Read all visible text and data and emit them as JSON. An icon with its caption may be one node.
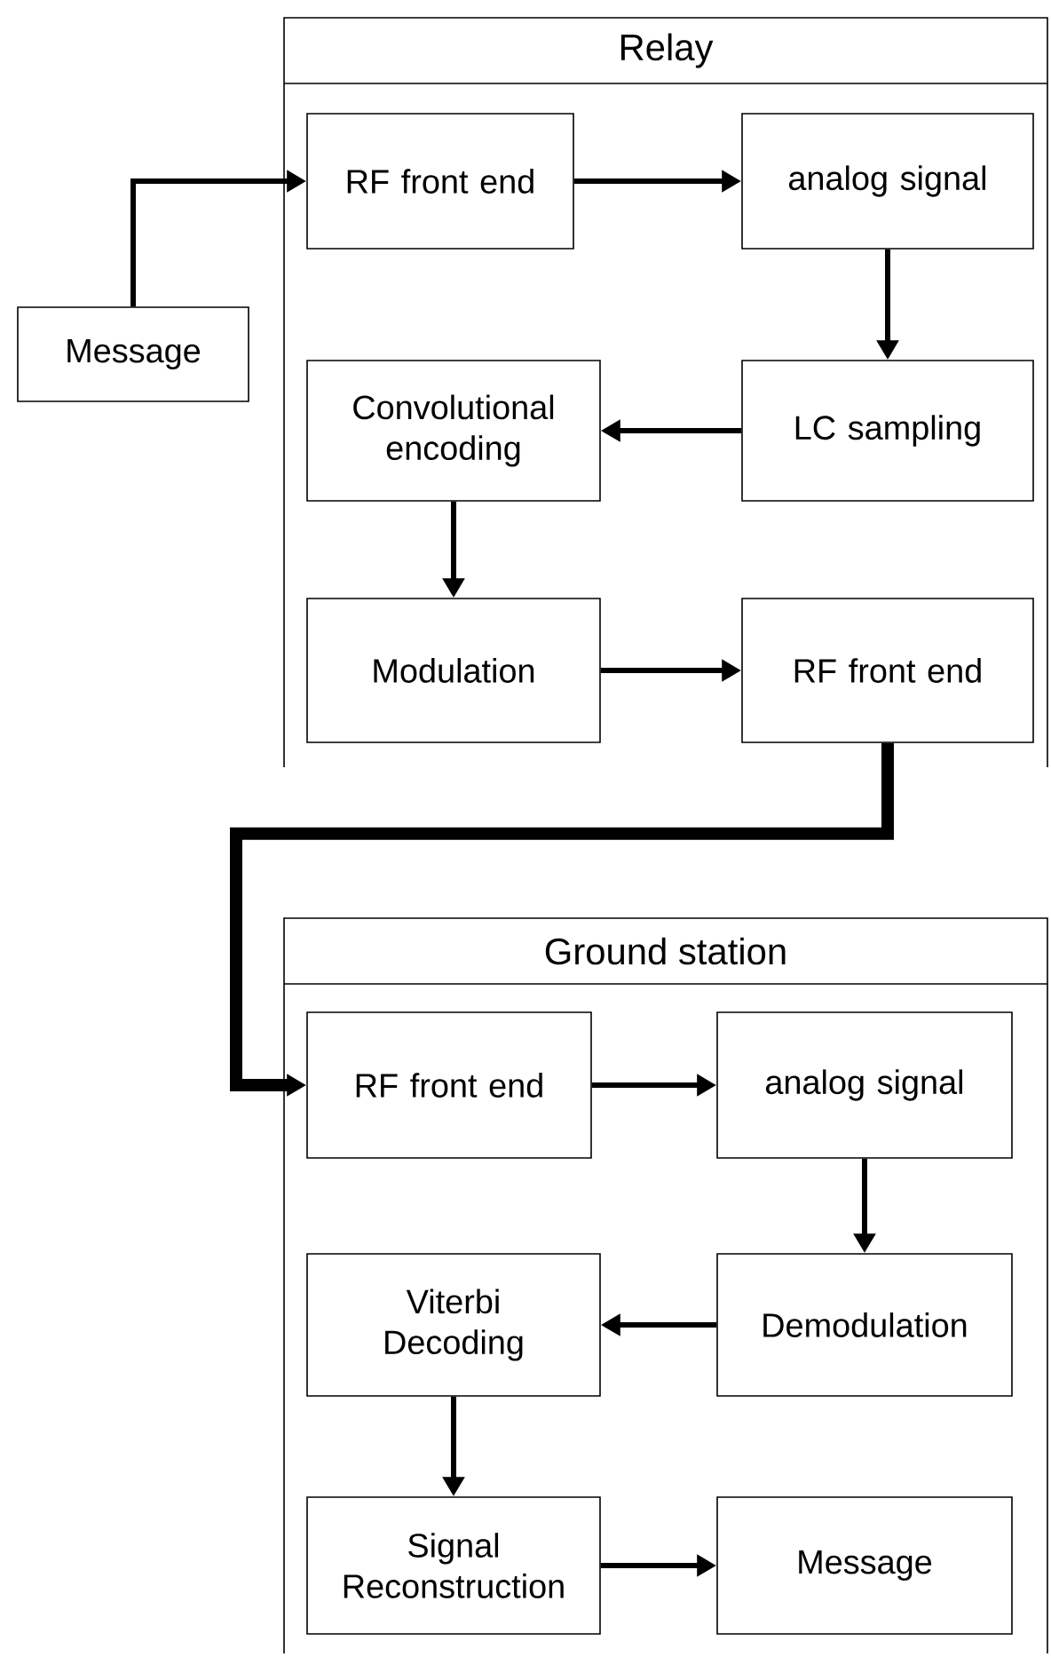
{
  "diagram": {
    "nodes": [
      {
        "text": [
          "Relay"
        ]
      },
      {
        "text": [
          "Message"
        ]
      },
      {
        "text": [
          "RF front end"
        ],
        "in": 0
      },
      {
        "text": [
          "analog signal"
        ],
        "in": 0
      },
      {
        "text": [
          "LC sampling"
        ],
        "in": 0
      },
      {
        "text": [
          "Convolutional encoding"
        ],
        "in": 0
      },
      {
        "text": [
          "Modulation"
        ],
        "in": 0
      },
      {
        "text": [
          "RF front end"
        ],
        "in": 0
      },
      {
        "text": [
          "Ground station"
        ]
      },
      {
        "text": [
          "RF front end"
        ],
        "in": 8
      },
      {
        "text": [
          "analog signal"
        ],
        "in": 8
      },
      {
        "text": [
          "Demodulation"
        ],
        "in": 8
      },
      {
        "text": [
          "Viterbi Decoding"
        ],
        "in": 8
      },
      {
        "text": [
          "Signal Reconstruction"
        ],
        "in": 8
      },
      {
        "text": [
          "Message"
        ],
        "in": 8
      }
    ],
    "edges": [
      {
        "from": 1,
        "to": 2,
        "arrow": "to"
      },
      {
        "from": 2,
        "to": 3,
        "arrow": "to"
      },
      {
        "from": 3,
        "to": 4,
        "arrow": "to"
      },
      {
        "from": 4,
        "to": 5,
        "arrow": "to"
      },
      {
        "from": 5,
        "to": 6,
        "arrow": "to"
      },
      {
        "from": 6,
        "to": 7,
        "arrow": "to"
      },
      {
        "from": 7,
        "to": 9,
        "arrow": "to",
        "style": "thick"
      },
      {
        "from": 9,
        "to": 10,
        "arrow": "to"
      },
      {
        "from": 10,
        "to": 11,
        "arrow": "to"
      },
      {
        "from": 11,
        "to": 12,
        "arrow": "to"
      },
      {
        "from": 12,
        "to": 13,
        "arrow": "to"
      },
      {
        "from": 13,
        "to": 14,
        "arrow": "to"
      }
    ]
  }
}
